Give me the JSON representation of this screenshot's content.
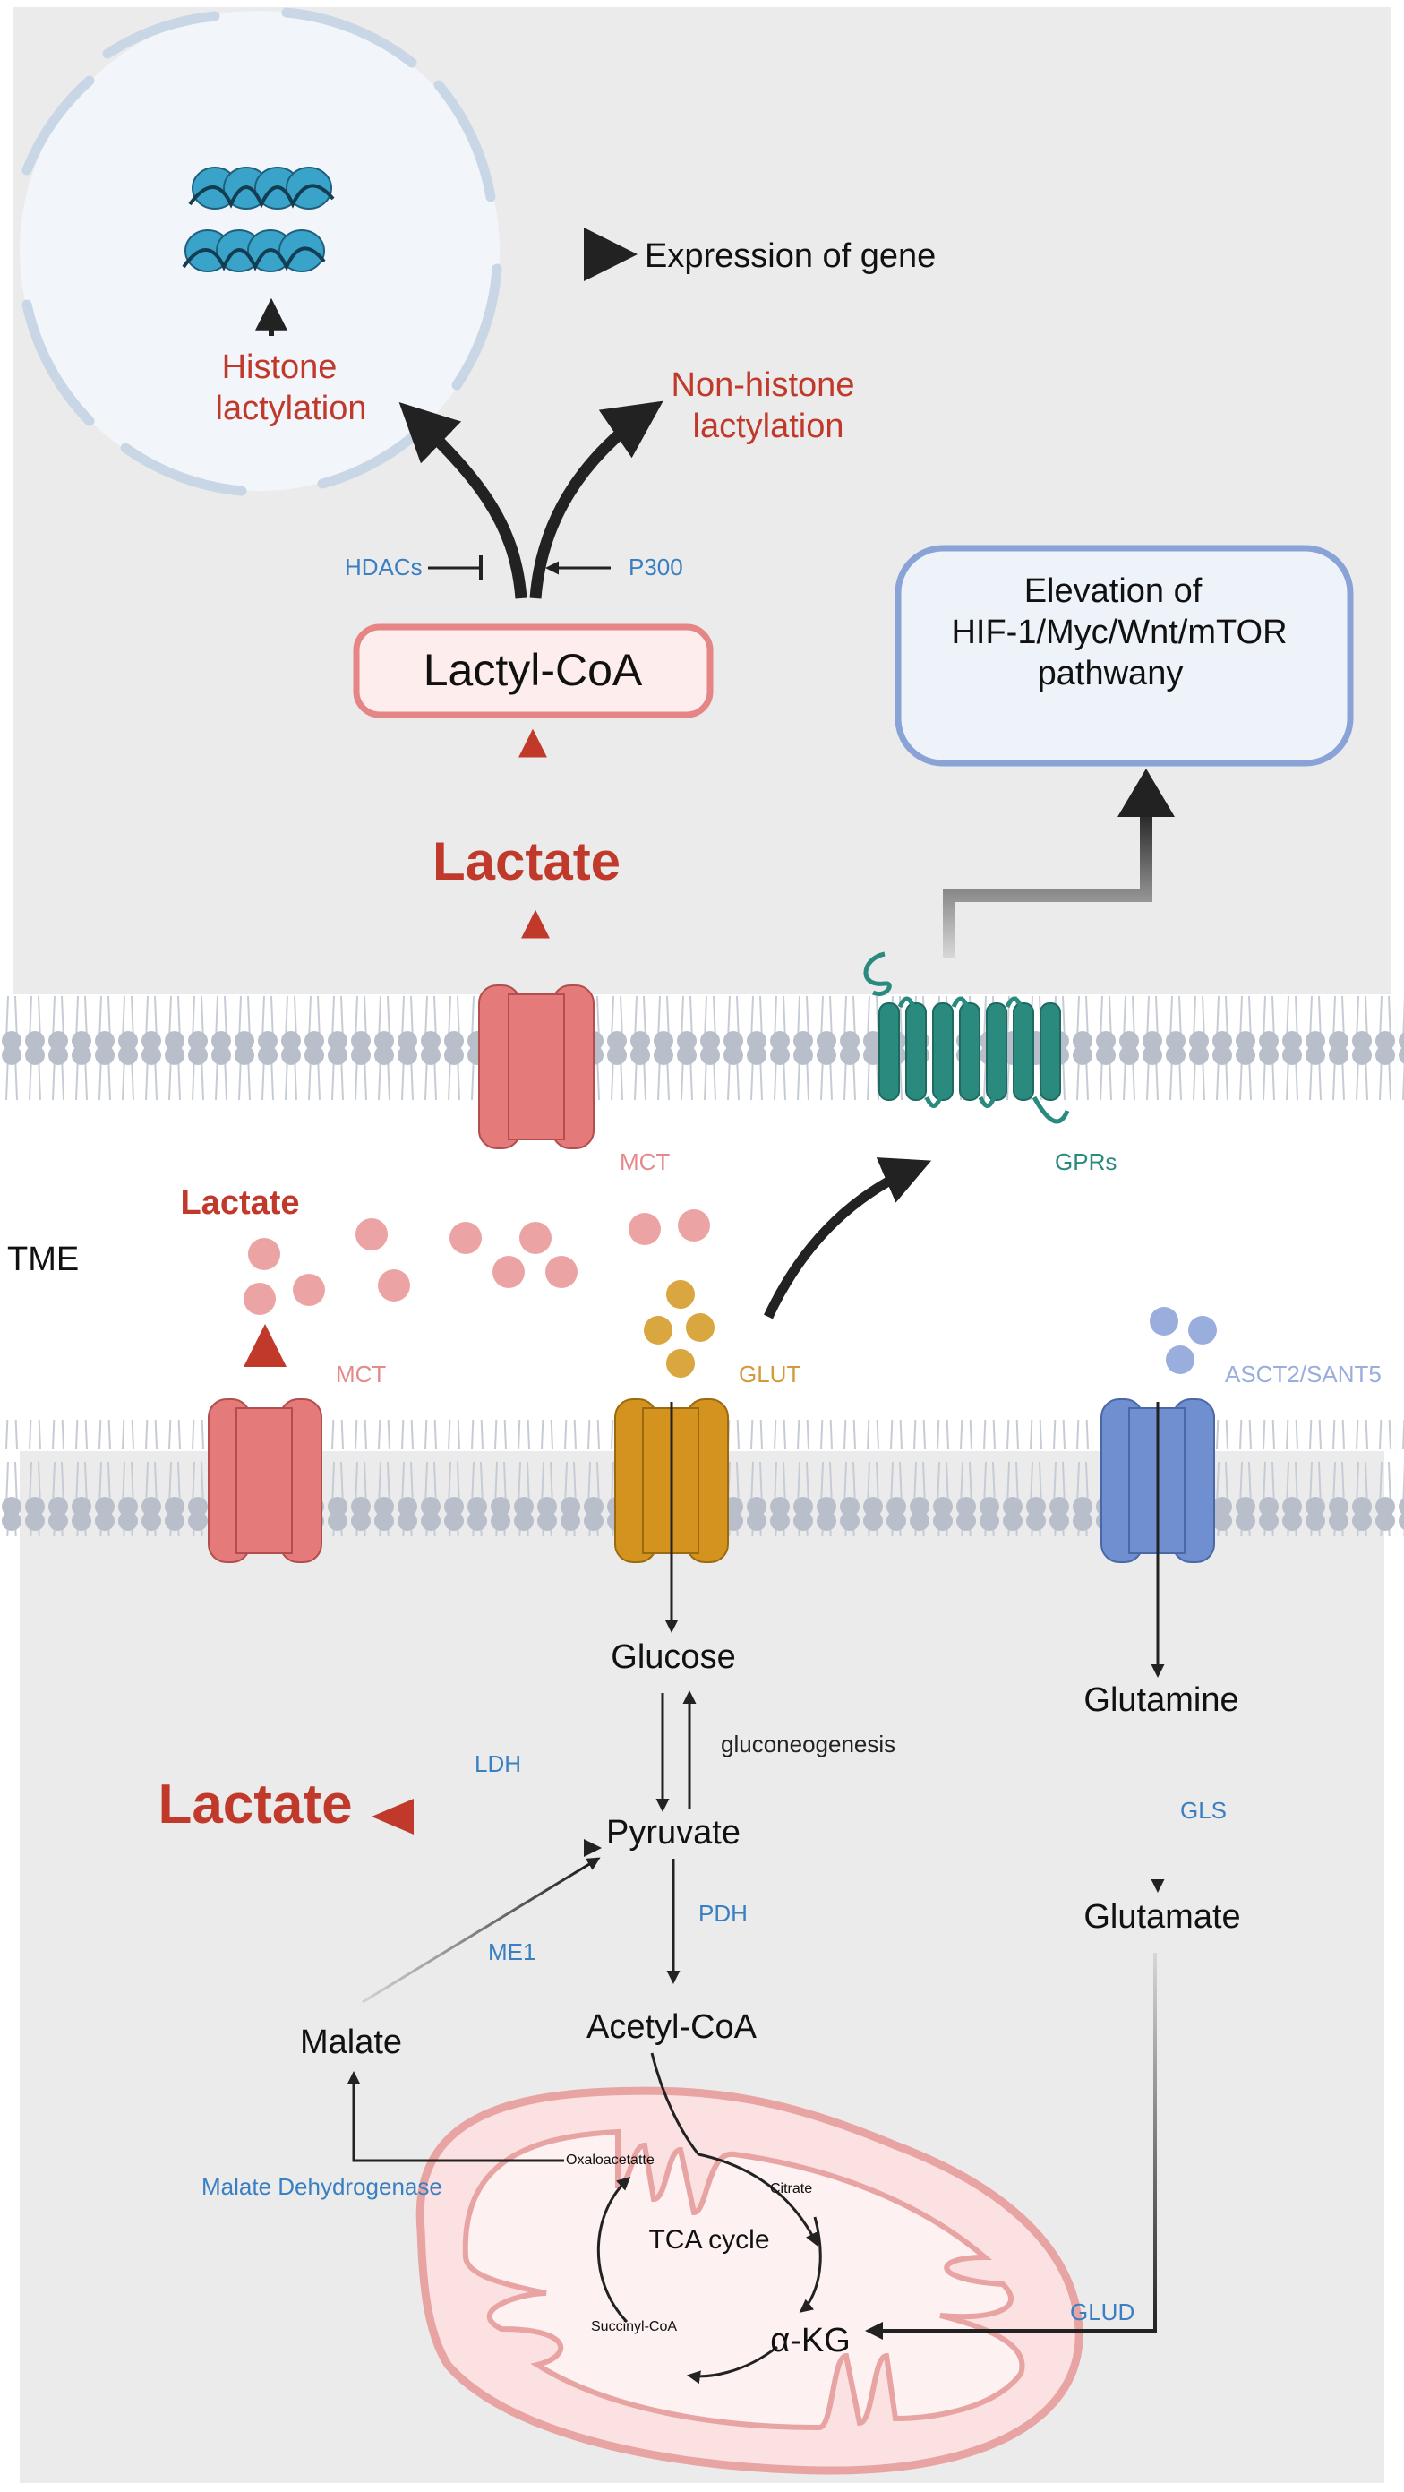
{
  "labels": {
    "expression": "Expression of gene",
    "histone_1": "Histone",
    "histone_2": "lactylation",
    "nonhistone_1": "Non-histone",
    "nonhistone_2": "lactylation",
    "hdacs": "HDACs",
    "p300": "P300",
    "lactyl_coa": "Lactyl-CoA",
    "elevation_1": "Elevation of",
    "elevation_2": "HIF-1/Myc/Wnt/mTOR",
    "elevation_3": "pathwany",
    "lactate_top": "Lactate",
    "mct_upper": "MCT",
    "gprs": "GPRs",
    "lactate_tme": "Lactate",
    "tme": "TME",
    "mct_lower": "MCT",
    "glut": "GLUT",
    "asct2": "ASCT2/SANT5",
    "glucose": "Glucose",
    "gluconeogenesis": "gluconeogenesis",
    "ldh": "LDH",
    "lactate_big": "Lactate",
    "pyruvate": "Pyruvate",
    "glutamine": "Glutamine",
    "gls": "GLS",
    "glutamate": "Glutamate",
    "pdh": "PDH",
    "me1": "ME1",
    "malate": "Malate",
    "acetyl_coa": "Acetyl-CoA",
    "malate_dh": "Malate Dehydrogenase",
    "oxaloacetate": "Oxaloacetatte",
    "citrate": "Citrate",
    "tca": "TCA cycle",
    "succinyl": "Succinyl-CoA",
    "akg": "α-KG",
    "glud": "GLUD"
  },
  "colors": {
    "background_panel": "#ebebeb",
    "red_text": "#c0392b",
    "blue_text": "#3a7fc1",
    "teal": "#2a8a7e",
    "mct_pink": "#e57a7a",
    "glut_orange": "#d4921e",
    "asct_blue": "#6f8fd0",
    "membrane_head": "#b9bfca",
    "nucleus_fill": "#f2f6fb",
    "mito_fill": "#fbe1e1"
  }
}
